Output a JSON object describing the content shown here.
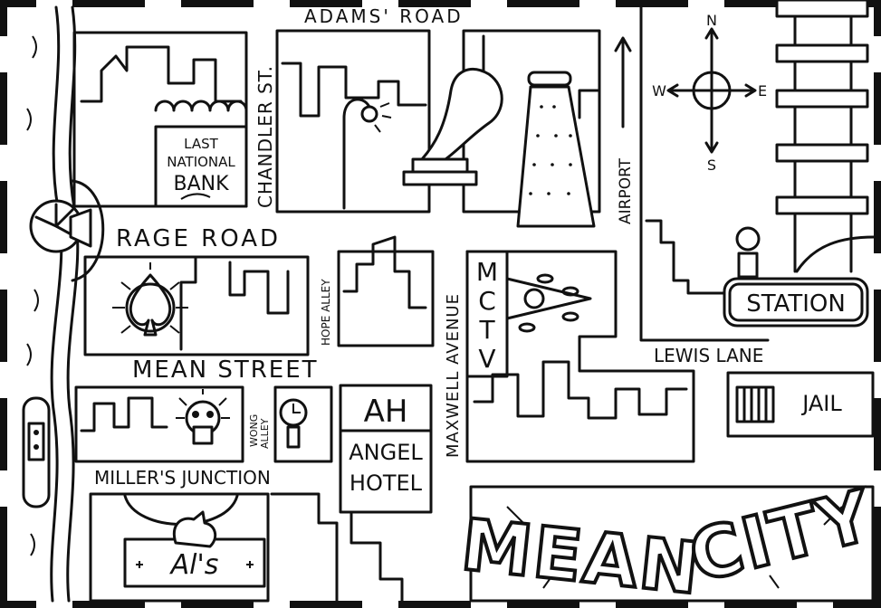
{
  "map": {
    "streets": {
      "adams_road": "ADAMS' ROAD",
      "chandler_st": "CHANDLER ST.",
      "rage_road": "RAGE ROAD",
      "hope_alley": "HOPE ALLEY",
      "mean_street": "MEAN STREET",
      "wong_alley_1": "WONG",
      "wong_alley_2": "ALLEY",
      "millers_junction": "MILLER'S JUNCTION",
      "maxwell_avenue": "MAXWELL AVENUE",
      "airport": "AIRPORT",
      "lewis_lane": "LEWIS LANE"
    },
    "landmarks": {
      "bank_line1": "LAST",
      "bank_line2": "NATIONAL",
      "bank_line3": "BANK",
      "mctv_1": "M",
      "mctv_2": "C",
      "mctv_3": "T",
      "mctv_4": "V",
      "station": "STATION",
      "jail": "JAIL",
      "hotel_logo": "AH",
      "hotel_line1": "ANGEL",
      "hotel_line2": "HOTEL",
      "als": "Al's"
    },
    "compass": {
      "n": "N",
      "s": "S",
      "e": "E",
      "w": "W"
    },
    "title_word1": "MEAN",
    "title_word2": "CITY"
  }
}
